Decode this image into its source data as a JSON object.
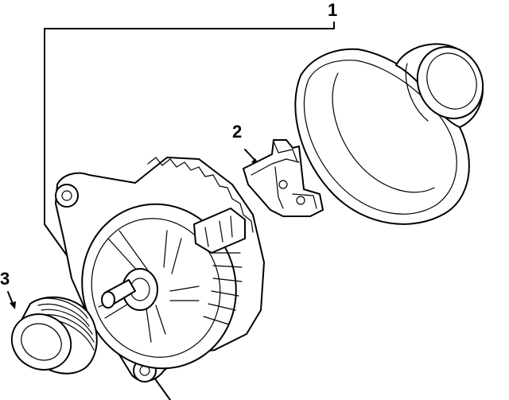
{
  "callouts": {
    "part1": "1",
    "part2": "2",
    "part3": "3"
  },
  "icons": [
    "alternator-assembly",
    "voltage-regulator",
    "alternator-cover",
    "pulley"
  ]
}
